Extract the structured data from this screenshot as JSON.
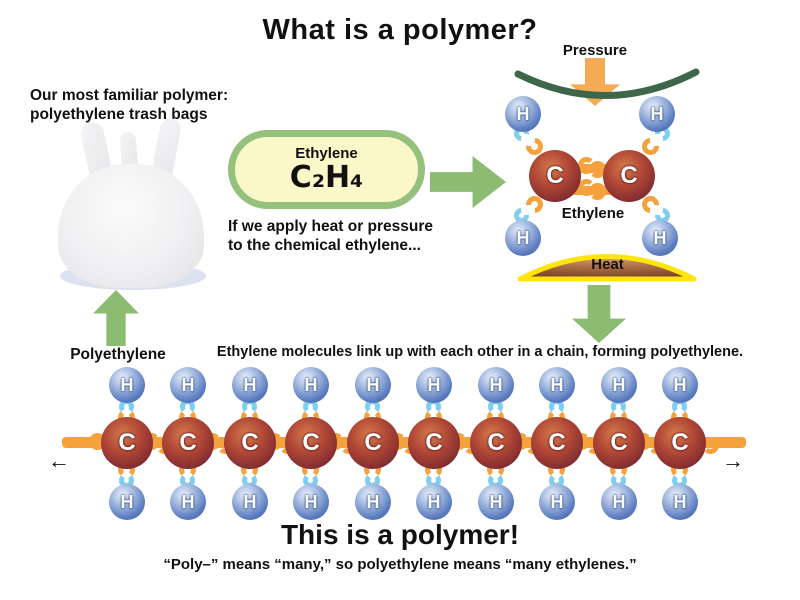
{
  "title": "What is a polymer?",
  "intro": {
    "line1": "Our most familiar polymer:",
    "line2": "polyethylene trash bags"
  },
  "polyethylene_label": "Polyethylene",
  "pill": {
    "name": "Ethylene",
    "formula": "C₂H₄"
  },
  "pill_caption": {
    "line1": "If we apply heat or pressure",
    "line2": "to the chemical ethylene..."
  },
  "reaction": {
    "pressure_label": "Pressure",
    "heat_label": "Heat",
    "molecule_label": "Ethylene"
  },
  "atoms": {
    "carbon": "C",
    "hydrogen": "H"
  },
  "chain_caption": "Ethylene molecules link up with each other in a chain, forming polyethylene.",
  "chain": {
    "unit_count": 10,
    "left_arrow": "←",
    "right_arrow": "→"
  },
  "outro": {
    "heading": "This is a polymer!",
    "subtext": "“Poly–” means “many,” so polyethylene means “many ethylenes.”"
  },
  "colors": {
    "green": "#8cbb72",
    "bond": "#f6a23c",
    "hookblue": "#7ecef0",
    "parrow": "#f5ab55",
    "arc": "#3e664a",
    "pillborder": "#95c17d",
    "pillfill": "#faf7c8",
    "heatyellow": "#ffe40d",
    "heatbrown": "#a06a43",
    "carbon": "#7e2a30",
    "hydrogen": "#3f5c9e"
  }
}
